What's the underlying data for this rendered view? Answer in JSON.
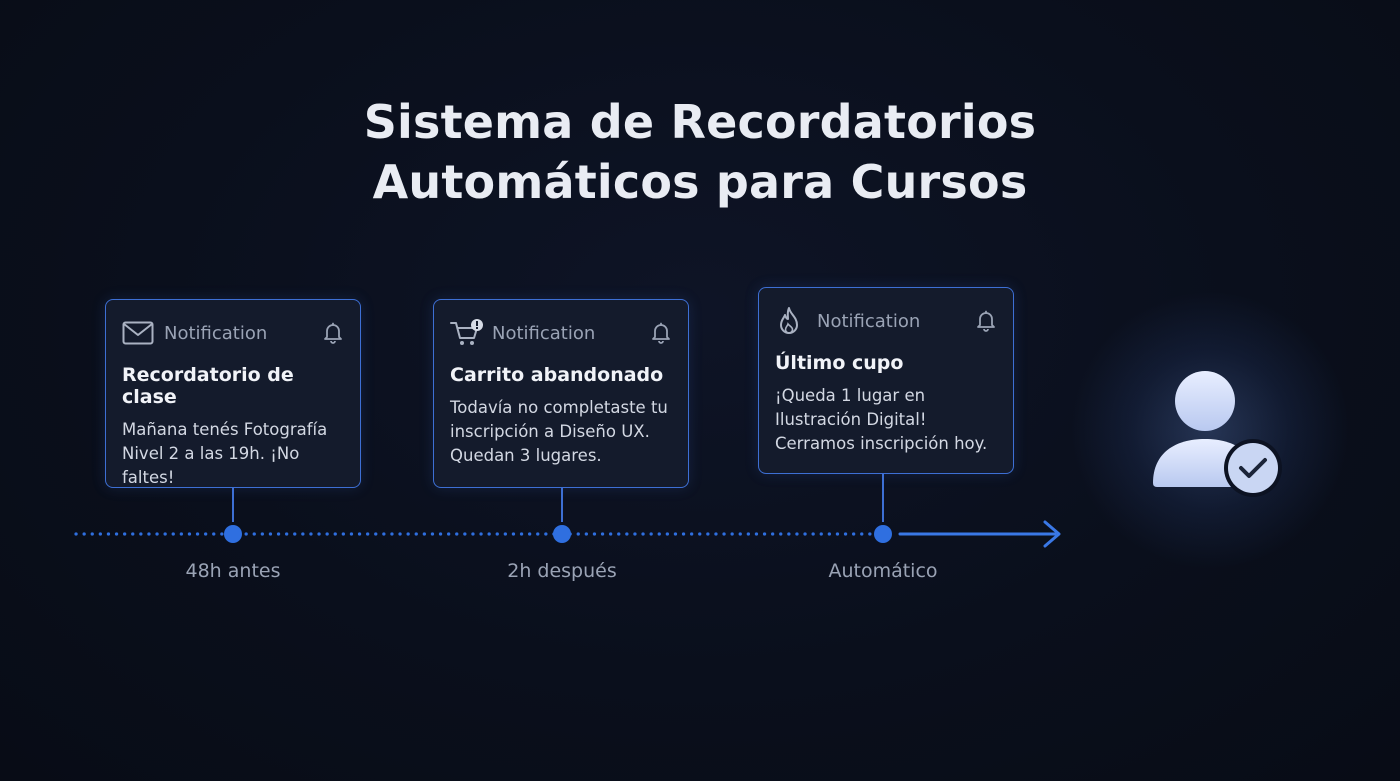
{
  "title": {
    "line1": "Sistema de Recordatorios",
    "line2": "Automáticos para Cursos"
  },
  "cards": [
    {
      "icon": "envelope-icon",
      "label": "Notification",
      "title": "Recordatorio de clase",
      "body": "Mañana tenés Fotografía Nivel 2 a las 19h. ¡No faltes!"
    },
    {
      "icon": "cart-alert-icon",
      "label": "Notification",
      "title": "Carrito abandonado",
      "body": "Todavía no completaste tu inscripción a Diseño UX. Quedan 3 lugares."
    },
    {
      "icon": "flame-icon",
      "label": "Notification",
      "title": "Último cupo",
      "body": "¡Queda 1 lugar en Ilustración Digital! Cerramos inscripción hoy."
    }
  ],
  "timeline": {
    "labels": [
      "48h antes",
      "2h después",
      "Automático"
    ]
  },
  "colors": {
    "accent": "#3d6fd4",
    "dot": "#2f6fe0",
    "background": "#0a0f1c"
  },
  "end_icon": "user-check-icon"
}
